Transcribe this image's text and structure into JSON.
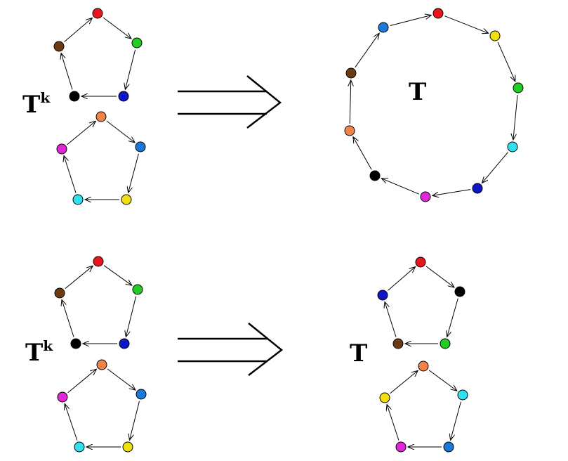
{
  "labels": {
    "tk_top_base": "T",
    "tk_top_sup": "k",
    "t_top": "T",
    "tk_bottom_base": "T",
    "tk_bottom_sup": "k",
    "t_bottom": "T"
  },
  "colors": {
    "red": "#e8161c",
    "green": "#22cc22",
    "blue": "#1014c8",
    "black": "#000000",
    "brown": "#6b3a12",
    "salmon": "#f0834a",
    "skyblue": "#1a78d8",
    "yellow": "#f0e010",
    "cyan": "#30e0f0",
    "magenta": "#e028d8"
  },
  "cycles": {
    "tk_top_cycle_1": [
      "red",
      "green",
      "blue",
      "black",
      "brown"
    ],
    "tk_top_cycle_2": [
      "salmon",
      "skyblue",
      "yellow",
      "cyan",
      "magenta"
    ],
    "t_top_cycle": [
      "red",
      "yellow",
      "green",
      "cyan",
      "blue",
      "magenta",
      "black",
      "salmon",
      "brown",
      "skyblue"
    ],
    "tk_bottom_cycle_1": [
      "red",
      "green",
      "blue",
      "black",
      "brown"
    ],
    "tk_bottom_cycle_2": [
      "salmon",
      "skyblue",
      "yellow",
      "cyan",
      "magenta"
    ],
    "t_bottom_cycle_1": [
      "red",
      "black",
      "green",
      "brown",
      "blue"
    ],
    "t_bottom_cycle_2": [
      "salmon",
      "cyan",
      "skyblue",
      "magenta",
      "yellow"
    ]
  }
}
